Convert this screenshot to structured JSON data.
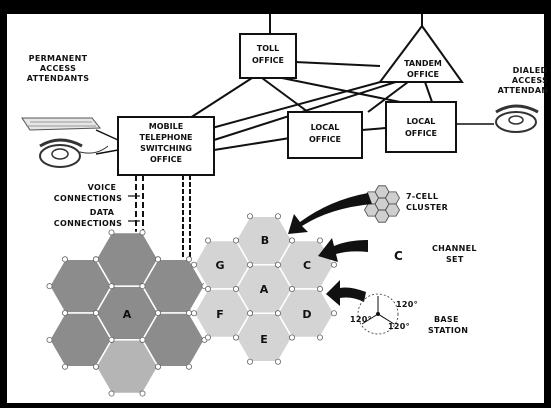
{
  "colors": {
    "frame": "#000000",
    "paper": "#ffffff",
    "ink": "#111111",
    "dark_cells": "#8c8c8c",
    "light_cells": "#d4d4d4",
    "highlight_cell": "#b5b5b5"
  },
  "offices": {
    "toll": [
      "TOLL",
      "OFFICE"
    ],
    "tandem": [
      "TANDEM",
      "OFFICE"
    ],
    "local_left": [
      "LOCAL",
      "OFFICE"
    ],
    "local_right": [
      "LOCAL",
      "OFFICE"
    ],
    "mtso": [
      "MOBILE",
      "TELEPHONE",
      "SWITCHING",
      "OFFICE"
    ]
  },
  "attendants": {
    "permanent": [
      "PERMANENT",
      "ACCESS",
      "ATTENDANTS"
    ],
    "dialed": [
      "DIALED",
      "ACCESS",
      "ATTENDAN"
    ]
  },
  "connections": {
    "voice": "VOICE",
    "voice2": "CONNECTIONS",
    "data": "DATA",
    "data2": "CONNECTIONS"
  },
  "callouts": {
    "cluster": [
      "7-CELL",
      "CLUSTER"
    ],
    "channel_set": [
      "CHANNEL",
      "SET"
    ],
    "channel_letter": "C",
    "base_station": [
      "BASE",
      "STATION"
    ],
    "angles": [
      "120°",
      "120°",
      "120°"
    ]
  },
  "cells": {
    "left_cluster": [
      "A"
    ],
    "right_cluster": [
      "B",
      "G",
      "C",
      "A",
      "F",
      "D",
      "E"
    ]
  },
  "icons": [
    "desk-console-icon",
    "telephone-icon",
    "hex-cluster-icon",
    "base-station-icon"
  ]
}
